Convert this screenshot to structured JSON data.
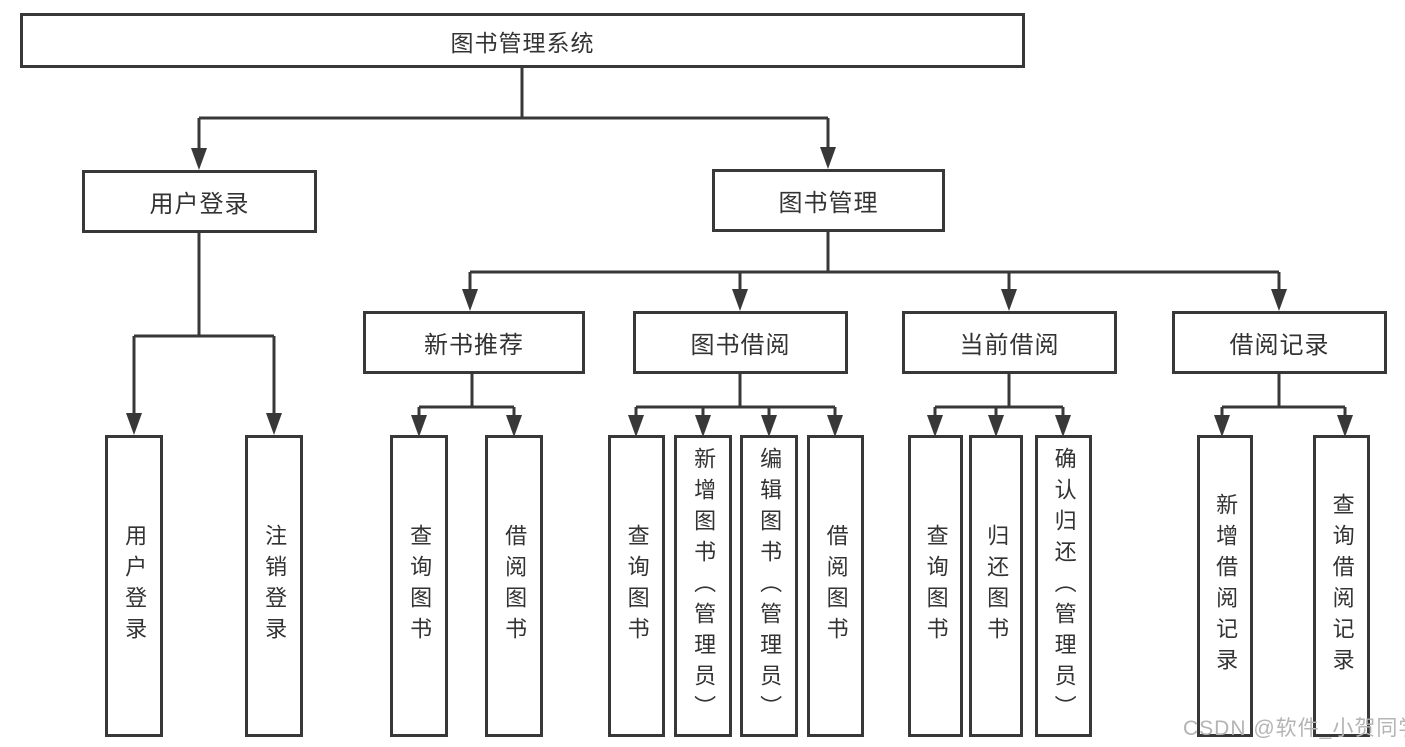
{
  "diagram": {
    "title": "图书管理系统",
    "watermark": "CSDN @软件_小贺同学",
    "colors": {
      "line": "#383838",
      "text": "#333333",
      "watermark": "#b4b4b4",
      "background": "#ffffff"
    },
    "level1": [
      {
        "label": "用户登录",
        "parent": "图书管理系统"
      },
      {
        "label": "图书管理",
        "parent": "图书管理系统"
      }
    ],
    "level2": [
      {
        "label": "新书推荐",
        "parent": "图书管理"
      },
      {
        "label": "图书借阅",
        "parent": "图书管理"
      },
      {
        "label": "当前借阅",
        "parent": "图书管理"
      },
      {
        "label": "借阅记录",
        "parent": "图书管理"
      }
    ],
    "leaves": [
      {
        "label": "用户登录",
        "parent": "用户登录"
      },
      {
        "label": "注销登录",
        "parent": "用户登录"
      },
      {
        "label": "查询图书",
        "parent": "新书推荐"
      },
      {
        "label": "借阅图书",
        "parent": "新书推荐"
      },
      {
        "label": "查询图书",
        "parent": "图书借阅"
      },
      {
        "label": "新增图书（管理员）",
        "parent": "图书借阅"
      },
      {
        "label": "编辑图书（管理员）",
        "parent": "图书借阅"
      },
      {
        "label": "借阅图书",
        "parent": "图书借阅"
      },
      {
        "label": "查询图书",
        "parent": "当前借阅"
      },
      {
        "label": "归还图书",
        "parent": "当前借阅"
      },
      {
        "label": "确认归还（管理员）",
        "parent": "当前借阅"
      },
      {
        "label": "新增借阅记录",
        "parent": "借阅记录"
      },
      {
        "label": "查询借阅记录",
        "parent": "借阅记录"
      }
    ]
  }
}
